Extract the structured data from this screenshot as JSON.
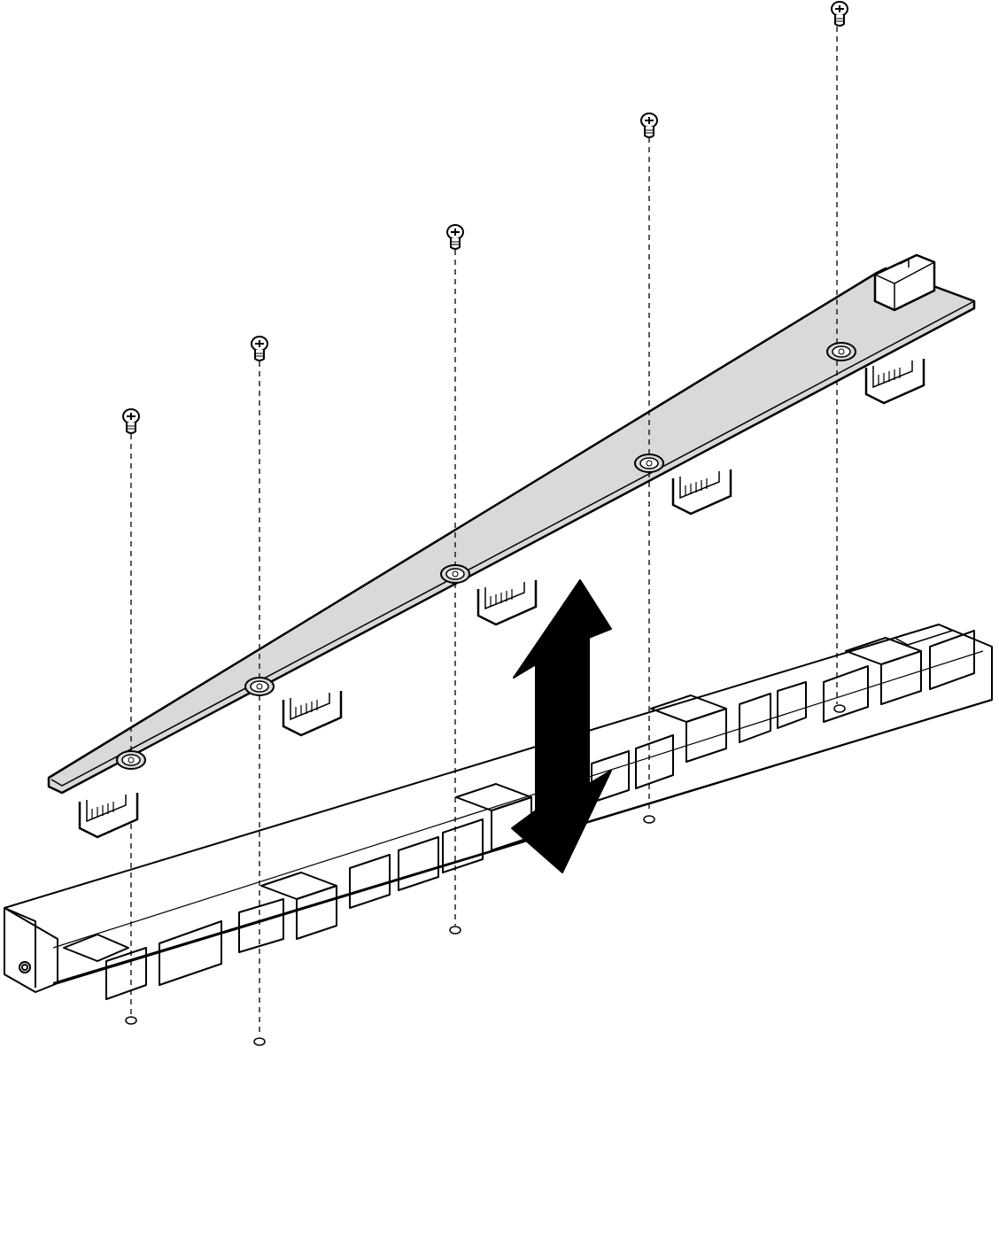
{
  "figure": {
    "type": "technical-exploded-view",
    "colors": {
      "line": "#000000",
      "board": "#d9d9d9",
      "background": "#ffffff",
      "arrow": "#000000"
    },
    "parts": [
      {
        "name": "screw",
        "count": 5
      },
      {
        "name": "board",
        "count": 1
      },
      {
        "name": "connector",
        "count": 5
      },
      {
        "name": "bracket",
        "count": 1
      }
    ],
    "icons": [
      "double-headed-arrow-icon"
    ]
  }
}
